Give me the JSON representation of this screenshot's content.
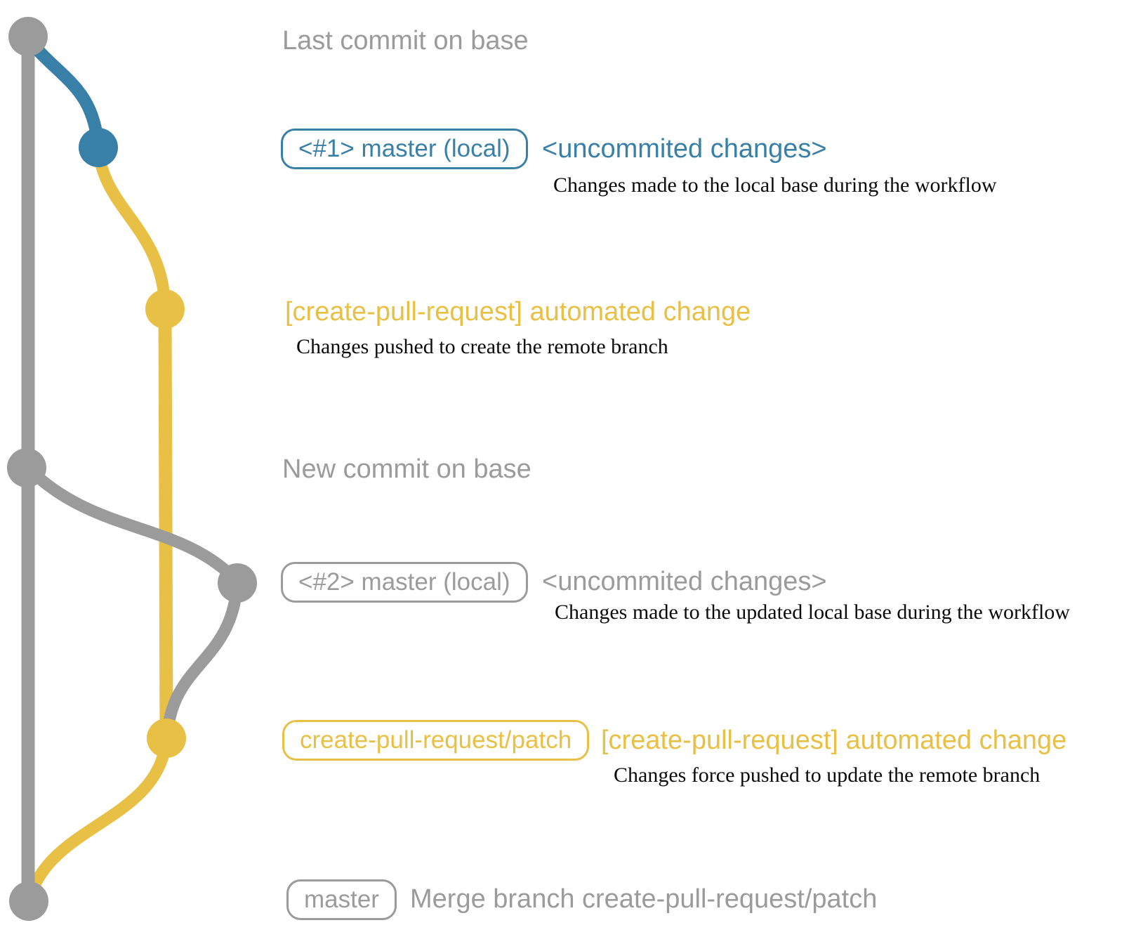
{
  "colors": {
    "gray": "#9b9b9b",
    "blue": "#3980a8",
    "yellow": "#e8c045",
    "black": "#0b0b0b",
    "background": "#ffffff"
  },
  "graph": {
    "type": "git-commit-graph",
    "nodes": [
      {
        "name": "last-commit-on-base",
        "color_key": "gray"
      },
      {
        "name": "local-uncommitted-1",
        "color_key": "blue"
      },
      {
        "name": "remote-branch-commit-1",
        "color_key": "yellow"
      },
      {
        "name": "new-commit-on-base",
        "color_key": "gray"
      },
      {
        "name": "local-uncommitted-2",
        "color_key": "gray"
      },
      {
        "name": "remote-branch-commit-2",
        "color_key": "yellow"
      },
      {
        "name": "merge-commit",
        "color_key": "gray"
      }
    ]
  },
  "annotations": {
    "last_commit": {
      "label": "Last commit on base"
    },
    "local1": {
      "pill": "<#1> master (local)",
      "note": "<uncommited changes>",
      "desc": "Changes made to the local base during the workflow"
    },
    "push1": {
      "note": "[create-pull-request] automated change",
      "desc": "Changes pushed to create the remote branch"
    },
    "new_commit": {
      "label": "New commit on base"
    },
    "local2": {
      "pill": "<#2> master (local)",
      "note": "<uncommited changes>",
      "desc": "Changes made to the updated local base during the workflow"
    },
    "push2": {
      "pill": "create-pull-request/patch",
      "note": "[create-pull-request] automated change",
      "desc": "Changes force pushed to update the remote branch"
    },
    "merge": {
      "pill": "master",
      "note": "Merge branch create-pull-request/patch"
    }
  }
}
